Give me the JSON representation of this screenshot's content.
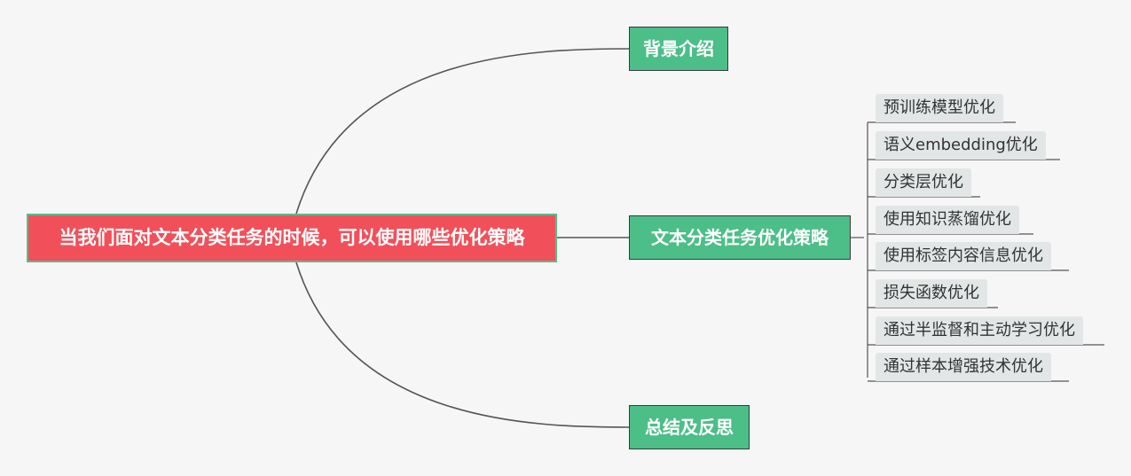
{
  "colors": {
    "background": "#f6f6f6",
    "root_fill": "#f1505a",
    "root_border": "#56bf8a",
    "branch_fill": "#4cbe88",
    "leaf_fill": "#e2e6e6",
    "line": "#555555"
  },
  "mindmap": {
    "root": {
      "label": "当我们面对文本分类任务的时候，可以使用哪些优化策略"
    },
    "branches": [
      {
        "label": "背景介绍"
      },
      {
        "label": "文本分类任务优化策略",
        "children": [
          {
            "label": "预训练模型优化"
          },
          {
            "label": "语义embedding优化"
          },
          {
            "label": "分类层优化"
          },
          {
            "label": "使用知识蒸馏优化"
          },
          {
            "label": "使用标签内容信息优化"
          },
          {
            "label": "损失函数优化"
          },
          {
            "label": "通过半监督和主动学习优化"
          },
          {
            "label": "通过样本增强技术优化"
          }
        ]
      },
      {
        "label": "总结及反思"
      }
    ]
  }
}
